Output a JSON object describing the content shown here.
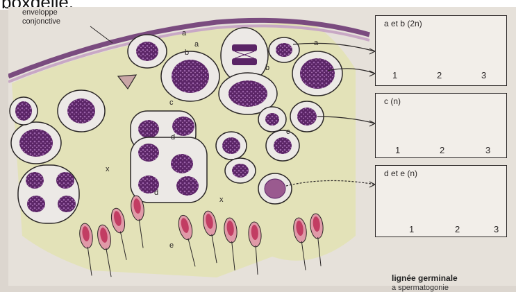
{
  "header_fragment": "boxdelle.",
  "labels": {
    "enveloppe_line1": "enveloppe",
    "enveloppe_line2": "conjonctive",
    "a": "a",
    "b": "b",
    "c": "c",
    "d": "d",
    "e": "e",
    "x": "x"
  },
  "panels": [
    {
      "title": "a et b (2n)",
      "numbers": [
        "1",
        "2",
        "3"
      ]
    },
    {
      "title": "c (n)",
      "numbers": [
        "1",
        "2",
        "3"
      ]
    },
    {
      "title": "d et e (n)",
      "numbers": [
        "1",
        "2",
        "3"
      ]
    }
  ],
  "legend": {
    "title": "lignée germinale",
    "subtitle": "a spermatogonie"
  },
  "colors": {
    "membrane": "#2a2626",
    "cytoplasm": "#ece9e6",
    "matrix": "#e3e2b8",
    "nucleus": "#5a2466",
    "chromatin": "#8a4a97",
    "sperm_head": "#c23d63",
    "capsule": "#e09aa8"
  }
}
